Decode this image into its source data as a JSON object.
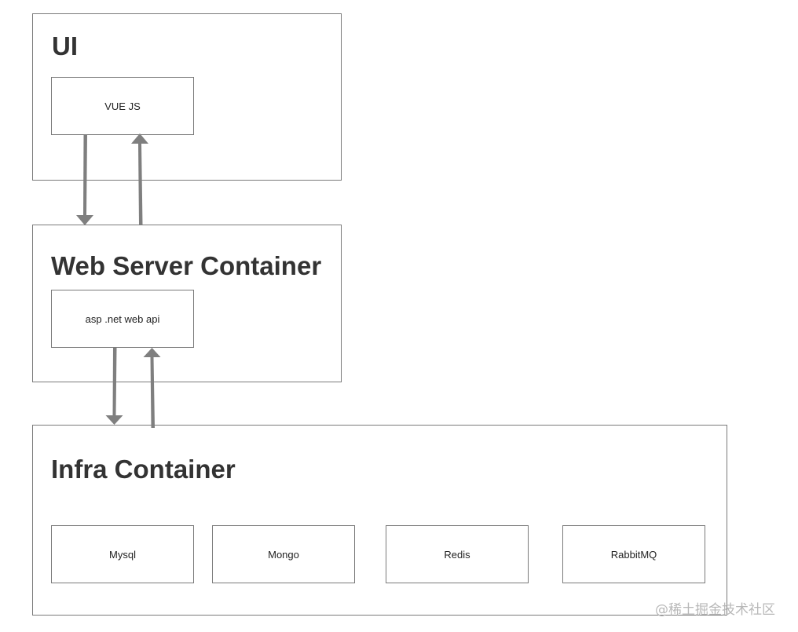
{
  "containers": {
    "ui": {
      "title": "UI",
      "components": [
        "VUE JS"
      ]
    },
    "web_server": {
      "title": "Web Server Container",
      "components": [
        "asp .net web api"
      ]
    },
    "infra": {
      "title": "Infra Container",
      "components": [
        "Mysql",
        "Mongo",
        "Redis",
        "RabbitMQ"
      ]
    }
  },
  "connections": [
    {
      "from": "VUE JS",
      "to": "Web Server Container",
      "direction": "down"
    },
    {
      "from": "Web Server Container",
      "to": "VUE JS",
      "direction": "up"
    },
    {
      "from": "asp .net web api",
      "to": "Infra Container",
      "direction": "down"
    },
    {
      "from": "Infra Container",
      "to": "asp .net web api",
      "direction": "up"
    }
  ],
  "colors": {
    "border": "#7a7a7a",
    "arrow": "#7f7f7f",
    "title_text": "#333333",
    "watermark": "#b8b8b8"
  },
  "watermark": "@稀土掘金技术社区"
}
